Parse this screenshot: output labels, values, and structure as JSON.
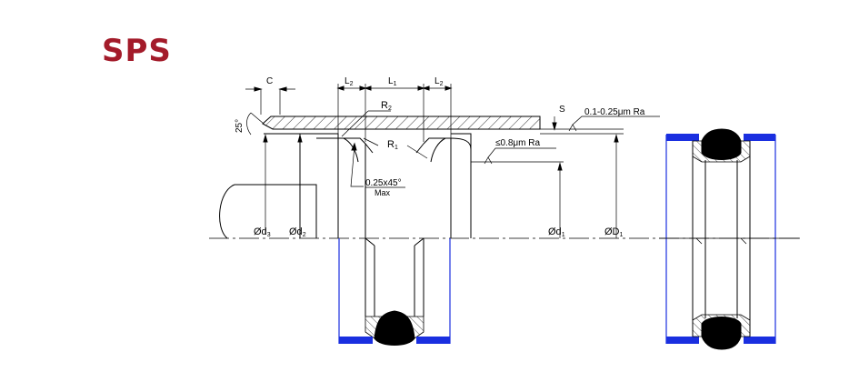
{
  "brand": {
    "logo_text": "SPS",
    "logo_color": "#a31b2a"
  },
  "colors": {
    "line": "#000000",
    "seal_ring": "#1a2fe0"
  },
  "labels": {
    "c": "C",
    "l2_left": "L",
    "l2_left_sub": "2",
    "l1": "L",
    "l1_sub": "1",
    "l2_right": "L",
    "l2_right_sub": "2",
    "angle": "25°",
    "r2": "R",
    "r2_sub": "2",
    "r1": "R",
    "r1_sub": "1",
    "chamfer": "0.25x45°",
    "chamfer_max": "Max",
    "s": "S",
    "roughness_bore": "0.1-0.25μm Ra",
    "roughness_groove": "≤0.8μm Ra",
    "d3": "Ød",
    "d3_sub": "3",
    "d2": "Ød",
    "d2_sub": "2",
    "d1": "Ød",
    "d1_sub": "1",
    "D1": "ØD",
    "D1_sub": "1"
  }
}
